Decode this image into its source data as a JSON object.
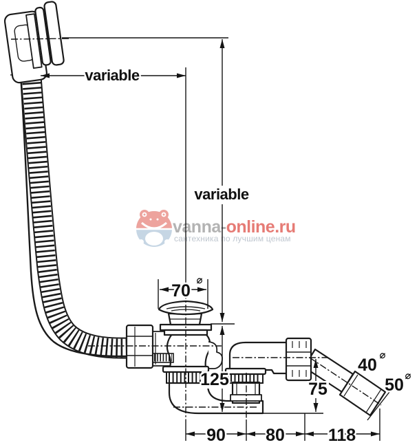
{
  "dimensions": {
    "overflow_hose_horizontal": "variable",
    "overflow_height_vertical": "variable",
    "plug_cap_diameter": "70",
    "drain_body_height": "125",
    "drain_to_branch": "90",
    "branch_to_union": "80",
    "union_to_outlet_end": "118",
    "outlet_centre_height": "75",
    "outlet_pipe_diameter": "40",
    "outlet_sleeve_diameter": "50",
    "diameter_symbol": "⌀"
  },
  "watermark": {
    "site_prefix": "vanna-",
    "site_suffix": "online.ru",
    "tagline": "сантехника по лучшим ценам"
  },
  "colors": {
    "line": "#1a1a1a",
    "watermark_gray": "#a6a6a6",
    "watermark_red": "#e2655e",
    "tagline_gray": "#b3bcc6",
    "logo_red": "#ea938d",
    "logo_blue": "#bdd0e0"
  }
}
